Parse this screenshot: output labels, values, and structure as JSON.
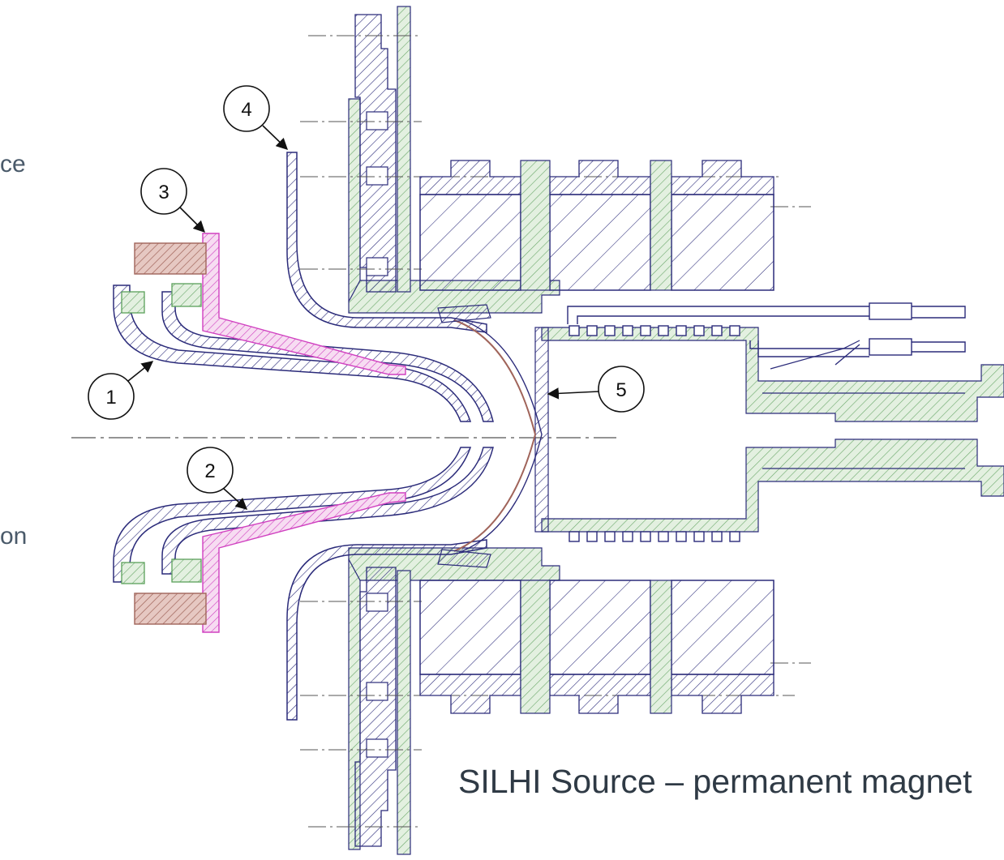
{
  "edge_fragments": [
    "ce",
    "on"
  ],
  "caption": "SILHI Source – permanent magnet",
  "callouts": [
    "1",
    "2",
    "3",
    "4",
    "5"
  ],
  "colors": {
    "outline": "#2b2b7a",
    "green_hatch": "#8fbf8f",
    "magenta": "#d040c0",
    "brown": "#a0645a",
    "centerline": "#555555"
  }
}
